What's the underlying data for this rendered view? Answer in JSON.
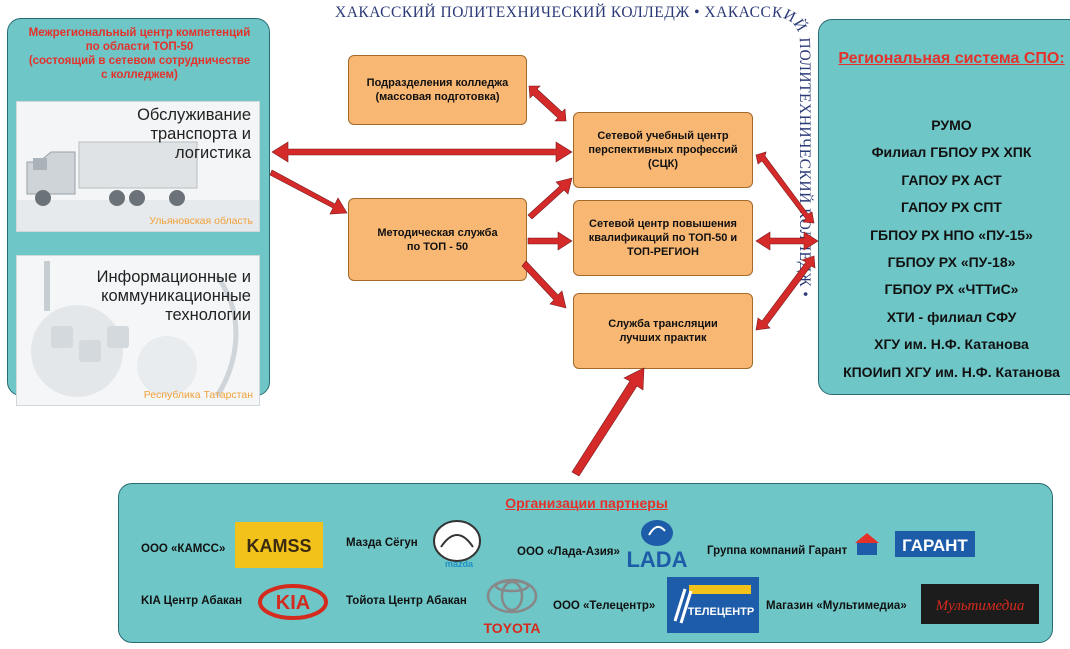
{
  "ring": {
    "text": "ХАКАССКИЙ ПОЛИТЕХНИЧЕСКИЙ КОЛЛЕДЖ • ХАКАССКИЙ ПОЛИТЕХНИЧЕСКИЙ КОЛЛЕДЖ •",
    "color": "#2b3a78"
  },
  "left_panel": {
    "heading": [
      "Межрегиональный центр компетенций",
      "по области ТОП-50",
      "(состоящий в сетевом сотрудничестве",
      "с колледжем)"
    ],
    "cards": [
      {
        "title": [
          "Обслуживание",
          "транспорта и",
          "логистика"
        ],
        "region": "Ульяновская область"
      },
      {
        "title": [
          "Информационные и",
          "коммуникационные",
          "технологии"
        ],
        "region": "Республика Татарстан"
      }
    ]
  },
  "center": {
    "divisions": [
      "Подразделения колледжа",
      "(массовая подготовка)"
    ],
    "methodical": [
      "Методическая служба",
      "по ТОП - 50"
    ],
    "network_center": [
      "Сетевой учебный центр",
      "перспективных профессий",
      "(СЦК)"
    ],
    "qualification": [
      "Сетевой центр повышения",
      "квалификаций по ТОП-50 и",
      "ТОП-РЕГИОН"
    ],
    "best_practices": [
      "Служба трансляции",
      "лучших практик"
    ]
  },
  "right_panel": {
    "heading": "Региональная система СПО:",
    "items": [
      "РУМО",
      "Филиал ГБПОУ РХ ХПК",
      "ГАПОУ РХ АСТ",
      "ГАПОУ РХ СПТ",
      "ГБПОУ РХ НПО «ПУ-15»",
      "ГБПОУ РХ «ПУ-18»",
      "ГБПОУ РХ «ЧТТиС»",
      "ХТИ - филиал СФУ",
      "ХГУ им. Н.Ф. Катанова",
      "КПОИиП ХГУ им. Н.Ф. Катанова"
    ]
  },
  "partners": {
    "heading": "Организации партнеры",
    "items": [
      {
        "label": "ООО «КАМСС»",
        "logo_text": "KAMSS"
      },
      {
        "label": "Мазда Сёгун",
        "logo_text": "mazda"
      },
      {
        "label": "ООО «Лада-Азия»",
        "logo_text": "LADA"
      },
      {
        "label": "Группа компаний Гарант",
        "logo_text": "ГАРАНТ"
      },
      {
        "label": "KIA Центр Абакан",
        "logo_text": "KIA"
      },
      {
        "label": "Тойота Центр Абакан",
        "logo_text": "TOYOTA"
      },
      {
        "label": "ООО «Телецентр»",
        "logo_text": "ТЕЛЕЦЕНТР"
      },
      {
        "label": "Магазин «Мультимедиа»",
        "logo_text": "Мультимедиа"
      }
    ]
  },
  "colors": {
    "panel": "#6ec6c7",
    "orange_box": "#f8b773",
    "arrow": "#d42a2a",
    "heading_red": "#e4322b"
  }
}
